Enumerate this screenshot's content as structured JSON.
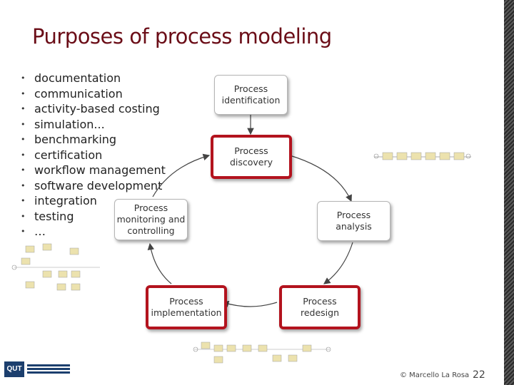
{
  "slide": {
    "title": "Purposes of process modeling",
    "bullets": [
      "documentation",
      "communication",
      "activity-based costing",
      "simulation...",
      "benchmarking",
      "certification",
      "workflow management",
      "software development",
      "integration",
      "testing",
      "…"
    ],
    "bullet_glyph": "•"
  },
  "lifecycle": {
    "identification": "Process\nidentification",
    "discovery": "Process\ndiscovery",
    "analysis": "Process\nanalysis",
    "redesign": "Process\nredesign",
    "implementation": "Process\nimplementation",
    "monitoring": "Process\nmonitoring and\ncontrolling"
  },
  "colors": {
    "title": "#6b0d17",
    "highlight_border": "#b3131e",
    "box_border": "#b5b5b5",
    "arrow": "#444444",
    "stripe": "#3a3a3a"
  },
  "footer": {
    "credit": "© Marcello La Rosa",
    "page": "22",
    "logo_abbrev": "QUT"
  }
}
